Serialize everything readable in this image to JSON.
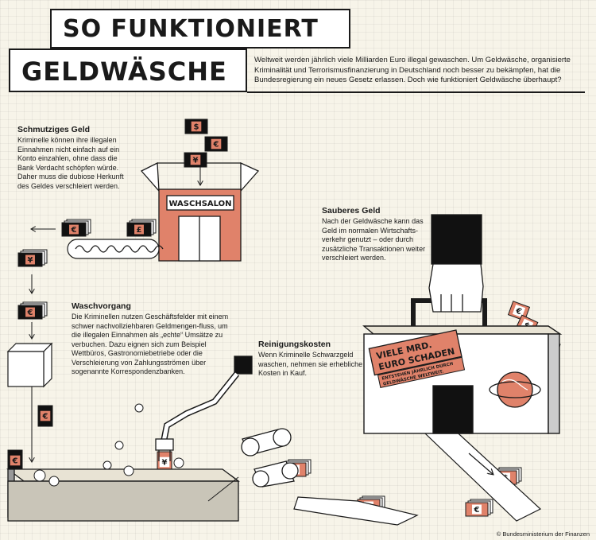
{
  "header": {
    "title_line1": "SO FUNKTIONIERT",
    "title_line2": "GELDWÄSCHE",
    "intro": "Weltweit werden jährlich viele Milliarden Euro illegal gewaschen. Um Geldwäsche, organisierte Kriminalität und Terrorismusfinanzierung in Deutschland noch besser zu bekämpfen, hat die Bundesregierung ein neues Gesetz erlassen. Doch wie funktioniert Geldwäsche überhaupt?"
  },
  "steps": [
    {
      "title": "Schmutziges Geld",
      "text": "Kriminelle können ihre illegalen Einnahmen nicht einfach auf ein Konto einzahlen, ohne dass die Bank Verdacht schöpfen würde. Daher muss die dubiose Herkunft des Geldes verschleiert werden."
    },
    {
      "title": "Waschvorgang",
      "text": "Die Kriminellen nutzen Geschäftsfelder mit einem schwer nachvollziehbaren Geldmengen-fluss, um die illegalen Einnahmen als „echte“ Umsätze zu verbuchen. Dazu eignen sich zum Beispiel Wettbüros, Gastronomiebetriebe oder die Verschleierung von Zahlungsströmen über sogenannte Korrespondenzbanken."
    },
    {
      "title": "Reinigungskosten",
      "text": "Wenn Kriminelle Schwarzgeld waschen, nehmen sie erhebliche Kosten in Kauf."
    },
    {
      "title": "Sauberes Geld",
      "text": "Nach der Geldwäsche kann das Geld im normalen Wirtschafts-verkehr genutzt – oder durch zusätzliche Transaktionen weiter verschleiert werden."
    }
  ],
  "laundromat_sign": "WASCHSALON",
  "suitcase_label": {
    "headline_line1": "VIELE MRD.",
    "headline_line2": "EURO SCHADEN",
    "sub_line1": "ENTSTEHEN JÄHRLICH DURCH",
    "sub_line2": "GELDWÄSCHE WELTWEIT."
  },
  "currency_symbols": {
    "dollar": "$",
    "euro": "€",
    "yen": "¥",
    "pound": "£"
  },
  "colors": {
    "accent": "#e0826a",
    "ink": "#1a1a1a",
    "background": "#f7f4e9",
    "bill_dark": "#111111"
  },
  "copyright": "© Bundesministerium der Finanzen"
}
